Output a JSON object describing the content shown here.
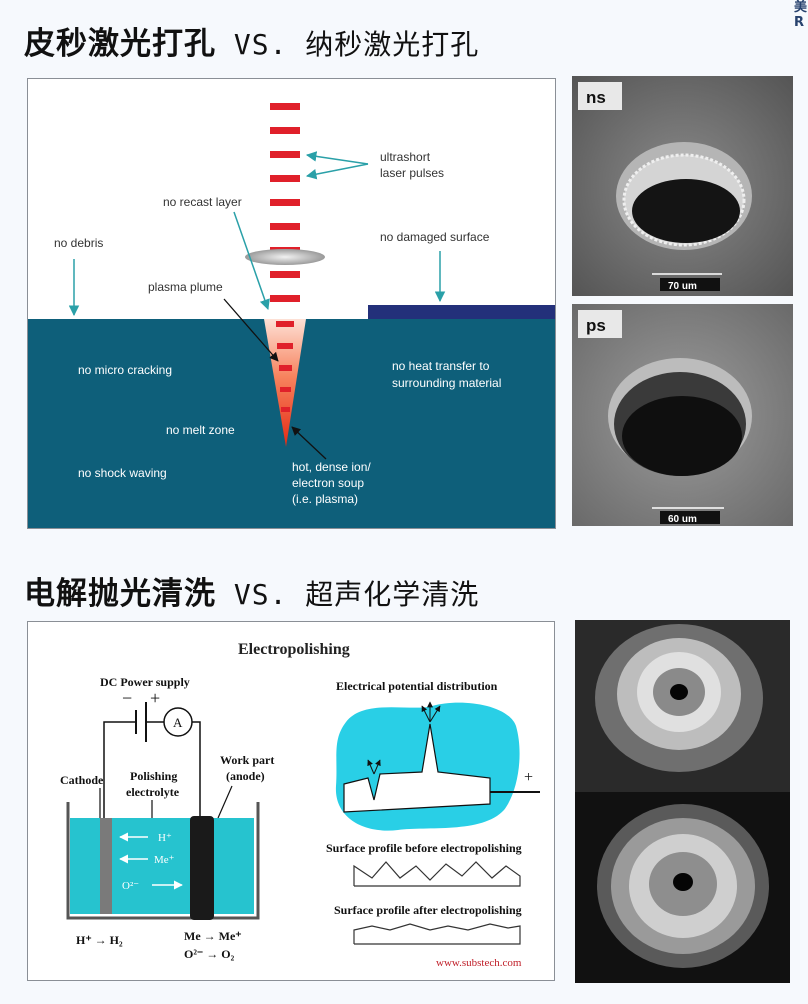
{
  "heading1": {
    "left": "皮秒激光打孔",
    "vs": " VS. ",
    "right": "纳秒激光打孔"
  },
  "heading2": {
    "left": "电解抛光清洗",
    "vs": " VS. ",
    "right": "超声化学清洗"
  },
  "corner_logo": {
    "line1": "美",
    "line2": "R"
  },
  "laser_diagram": {
    "labels": {
      "ultrashort_1": "ultrashort",
      "ultrashort_2": "laser pulses",
      "no_recast": "no recast layer",
      "no_debris": "no debris",
      "no_damaged": "no damaged surface",
      "plasma_plume": "plasma plume",
      "no_micro": "no micro cracking",
      "no_heat_1": "no heat transfer to",
      "no_heat_2": "surrounding material",
      "no_melt": "no melt zone",
      "no_shock": "no shock waving",
      "hot_1": "hot, dense ion/",
      "hot_2": "electron soup",
      "hot_3": "(i.e. plasma)"
    },
    "colors": {
      "water": "#0e5f7a",
      "pulse": "#e0202a",
      "bar": "#23307a",
      "arrow": "#2aa0a8"
    }
  },
  "sem_ns": {
    "tag": "ns",
    "scale": "70 um"
  },
  "sem_ps": {
    "tag": "ps",
    "scale": "60 um"
  },
  "electropolishing": {
    "title": "Electropolishing",
    "dc_supply": "DC Power supply",
    "minus": "−",
    "plus": "+",
    "ammeter": "A",
    "cathode": "Cathode",
    "polishing_1": "Polishing",
    "polishing_2": "electrolyte",
    "work_part_1": "Work part",
    "work_part_2": "(anode)",
    "ion_h": "H⁺",
    "ion_me": "Me⁺",
    "ion_o": "O²⁻",
    "eq_left": "H⁺ → H₂",
    "eq_right_1": "Me → Me⁺",
    "eq_right_2": "O²⁻ → O₂",
    "potential_title": "Electrical potential distribution",
    "potential_plus": "+",
    "before": "Surface profile before electropolishing",
    "after": "Surface profile after electropolishing",
    "website": "www.substech.com",
    "colors": {
      "electrolyte": "#26c3cf",
      "cloud": "#29cfe6",
      "website": "#c0202a"
    }
  }
}
